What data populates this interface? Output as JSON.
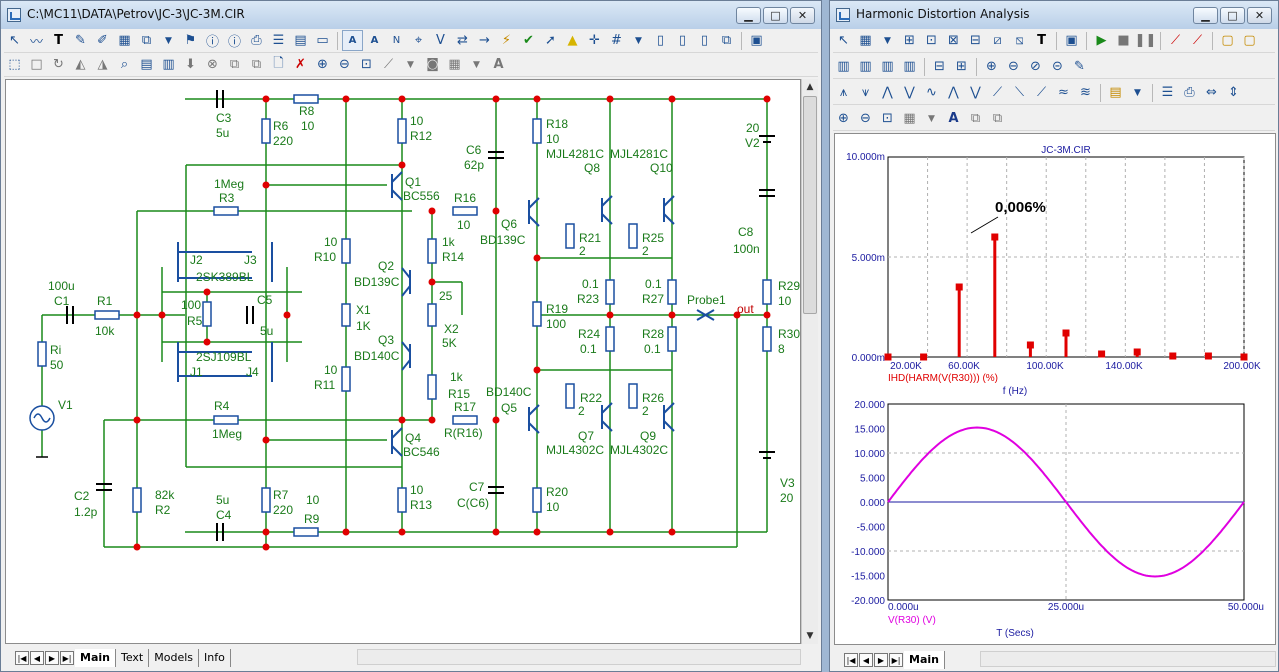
{
  "schematic_window": {
    "title": "C:\\MC11\\DATA\\Petrov\\JC-3\\JC-3M.CIR",
    "tabs": [
      "Main",
      "Text",
      "Models",
      "Info"
    ],
    "active_tab": "Main"
  },
  "schematic": {
    "labels": {
      "c3_name": "C3",
      "c3_val": "5u",
      "r8_name": "R8",
      "r8_val": "10",
      "r6_name": "R6",
      "r6_val": "220",
      "r12_val": "10",
      "r12_name": "R12",
      "r18_name": "R18",
      "r18_val": "10",
      "c6_name": "C6",
      "c6_val": "62p",
      "q8_part": "MJL4281C",
      "q8_name": "Q8",
      "q10_part": "MJL4281C",
      "q10_name": "Q10",
      "v2_val": "20",
      "v2_name": "V2",
      "q1_name": "Q1",
      "q1_part": "BC556",
      "r3_val": "1Meg",
      "r3_name": "R3",
      "r16_name": "R16",
      "r16_val": "10",
      "q6_name": "Q6",
      "q6_part": "BD139C",
      "j2_name": "J2",
      "j3_name": "J3",
      "j23_part": "2SK389BL",
      "r10_val": "10",
      "r10_name": "R10",
      "r14_val": "1k",
      "r14_name": "R14",
      "r21_name": "R21",
      "r21_val": "2",
      "r25_name": "R25",
      "r25_val": "2",
      "c8_name": "C8",
      "c8_val": "100n",
      "c1_val": "100u",
      "c1_name": "C1",
      "r1_name": "R1",
      "r1_val": "10k",
      "q2_name": "Q2",
      "q2_part": "BD139C",
      "r23_val": "0.1",
      "r23_name": "R23",
      "r27_val": "0.1",
      "r27_name": "R27",
      "probe_name": "Probe1",
      "out_label": "out",
      "r29_name": "R29",
      "r29_val": "10",
      "r5_val": "100",
      "r5_name": "R5",
      "c5_name": "C5",
      "c5_val": "5u",
      "x1_name": "X1",
      "x1_val": "1K",
      "pot_val": "25",
      "x2_name": "X2",
      "x2_val": "5K",
      "r19_name": "R19",
      "r19_val": "100",
      "r24_name": "R24",
      "r24_val": "0.1",
      "r28_name": "R28",
      "r28_val": "0.1",
      "r30_name": "R30",
      "r30_val": "8",
      "ri_name": "Ri",
      "ri_val": "50",
      "j1_name": "J1",
      "j4_name": "J4",
      "j14_part": "2SJ109BL",
      "q3_name": "Q3",
      "q3_part": "BD140C",
      "v1_name": "V1",
      "r11_val": "10",
      "r11_name": "R11",
      "r15_val": "1k",
      "r15_name": "R15",
      "r17_name": "R17",
      "r17_val": "R(R16)",
      "q5_part": "BD140C",
      "q5_name": "Q5",
      "r4_name": "R4",
      "r4_val": "1Meg",
      "r22_name": "R22",
      "r22_val": "2",
      "r26_name": "R26",
      "r26_val": "2",
      "q4_name": "Q4",
      "q4_part": "BC546",
      "q7_name": "Q7",
      "q7_part": "MJL4302C",
      "q9_name": "Q9",
      "q9_part": "MJL4302C",
      "v3_name": "V3",
      "v3_val": "20",
      "c2_name": "C2",
      "c2_val": "1.2p",
      "r2_val": "82k",
      "r2_name": "R2",
      "c4_val": "5u",
      "c4_name": "C4",
      "r7_name": "R7",
      "r7_val": "220",
      "r9_val": "10",
      "r9_name": "R9",
      "r13_val": "10",
      "r13_name": "R13",
      "c7_name": "C7",
      "c7_val": "C(C6)",
      "r20_name": "R20",
      "r20_val": "10"
    }
  },
  "analysis_window": {
    "title": "Harmonic Distortion Analysis",
    "tabs": [
      "Main"
    ],
    "active_tab": "Main"
  },
  "colors": {
    "wire": "#1a8a1a",
    "component": "#1a4fa0",
    "node": "#e00000",
    "trace_bar": "#e00000",
    "trace_sine": "#e000e0",
    "axis_text": "#1a1aa0"
  },
  "chart_data": [
    {
      "type": "bar",
      "title": "JC-3M.CIR",
      "ylabel": "IHD(HARM(V(R30))) (%)",
      "xlabel": "f (Hz)",
      "x_ticks": [
        "20.00K",
        "60.00K",
        "100.00K",
        "140.00K",
        "200.00K"
      ],
      "y_ticks": [
        "10.000m",
        "5.000m",
        "0.000m"
      ],
      "ylim": [
        0,
        10
      ],
      "x_range": [
        0,
        200000
      ],
      "annotation": "0,006%",
      "x": [
        0,
        20000,
        40000,
        60000,
        80000,
        100000,
        120000,
        140000,
        160000,
        180000,
        200000
      ],
      "values": [
        0.0,
        0.0,
        3.5,
        6.0,
        0.6,
        1.2,
        0.15,
        0.25,
        0.05,
        0.05,
        0.0
      ],
      "grid": true
    },
    {
      "type": "line",
      "ylabel": "V(R30) (V)",
      "xlabel": "T (Secs)",
      "x_ticks": [
        "0.000u",
        "25.000u",
        "50.000u"
      ],
      "y_ticks": [
        "20.000",
        "15.000",
        "10.000",
        "5.000",
        "0.000",
        "-5.000",
        "-10.000",
        "-15.000",
        "-20.000"
      ],
      "xlim": [
        0,
        50
      ],
      "ylim": [
        -20,
        20
      ],
      "series": [
        {
          "name": "V(R30)",
          "amplitude": 15.2,
          "period": 50
        }
      ],
      "grid": true
    }
  ]
}
